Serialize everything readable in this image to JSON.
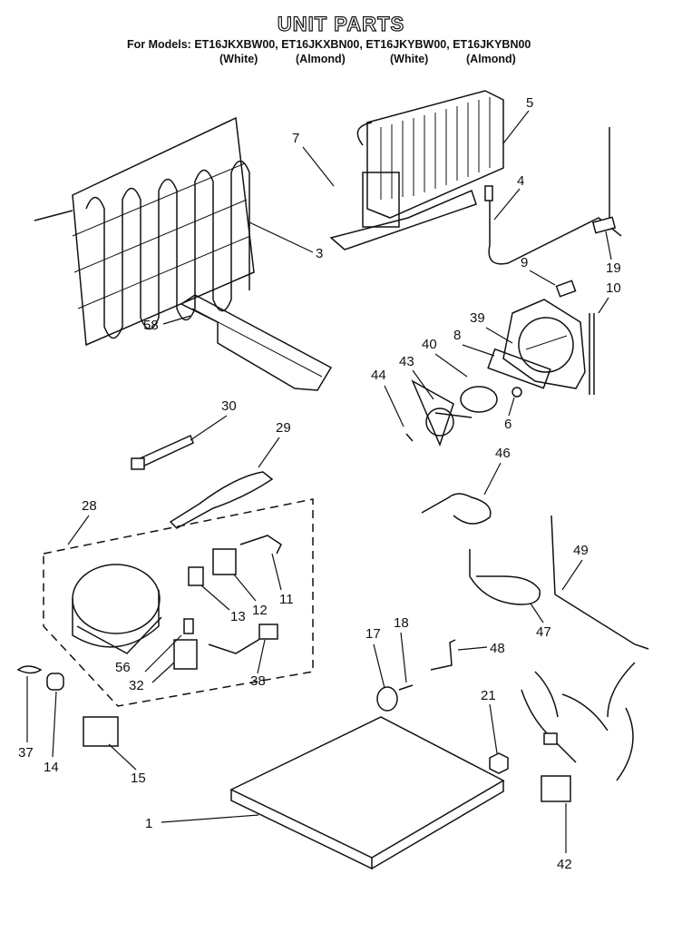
{
  "header": {
    "title": "UNIT PARTS",
    "models_prefix": "For Models:",
    "models": [
      "ET16JKXBW00,",
      "ET16JKXBN00,",
      "ET16JKYBW00,",
      "ET16JKYBN00"
    ],
    "finishes": [
      "(White)",
      "(Almond)",
      "(White)",
      "(Almond)"
    ]
  },
  "callouts": [
    "7",
    "5",
    "4",
    "3",
    "9",
    "19",
    "10",
    "58",
    "39",
    "40",
    "8",
    "43",
    "44",
    "6",
    "30",
    "29",
    "46",
    "28",
    "49",
    "12",
    "11",
    "13",
    "47",
    "56",
    "32",
    "38",
    "17",
    "18",
    "48",
    "37",
    "14",
    "21",
    "15",
    "1",
    "42"
  ]
}
